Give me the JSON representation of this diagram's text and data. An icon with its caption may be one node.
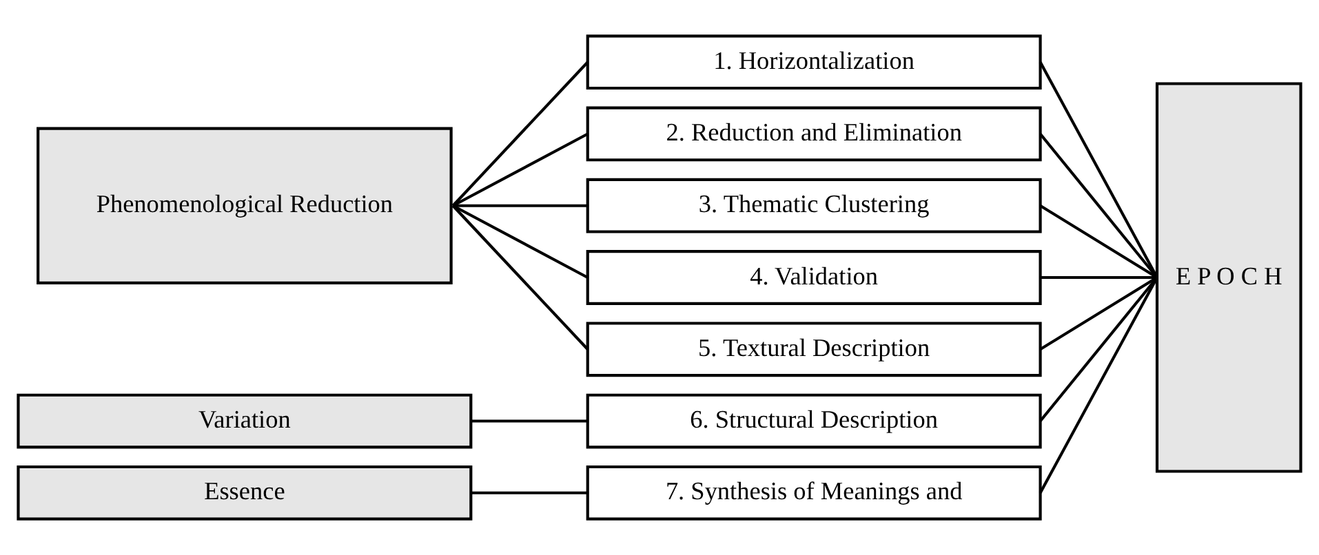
{
  "diagram": {
    "nodes": [
      {
        "text": [
          "Phenomenological Reduction"
        ]
      },
      {
        "text": [
          "1. Horizontalization"
        ]
      },
      {
        "text": [
          "2. Reduction and Elimination"
        ]
      },
      {
        "text": [
          "3. Thematic Clustering"
        ]
      },
      {
        "text": [
          "4. Validation"
        ]
      },
      {
        "text": [
          "5. Textural Description"
        ]
      },
      {
        "text": [
          "Variation"
        ]
      },
      {
        "text": [
          "6. Structural Description"
        ]
      },
      {
        "text": [
          "Essence"
        ]
      },
      {
        "text": [
          "7. Synthesis of Meanings and"
        ]
      },
      {
        "text": [
          "E P O C H"
        ]
      }
    ],
    "edges": [
      {
        "from": 0,
        "to": 1,
        "arrow": "none"
      },
      {
        "from": 0,
        "to": 2,
        "arrow": "none"
      },
      {
        "from": 0,
        "to": 3,
        "arrow": "none"
      },
      {
        "from": 0,
        "to": 4,
        "arrow": "none"
      },
      {
        "from": 0,
        "to": 5,
        "arrow": "none"
      },
      {
        "from": 6,
        "to": 7,
        "arrow": "none"
      },
      {
        "from": 8,
        "to": 9,
        "arrow": "none"
      },
      {
        "from": 1,
        "to": 10,
        "arrow": "none"
      },
      {
        "from": 2,
        "to": 10,
        "arrow": "none"
      },
      {
        "from": 3,
        "to": 10,
        "arrow": "none"
      },
      {
        "from": 4,
        "to": 10,
        "arrow": "none"
      },
      {
        "from": 5,
        "to": 10,
        "arrow": "none"
      },
      {
        "from": 7,
        "to": 10,
        "arrow": "none"
      },
      {
        "from": 9,
        "to": 10,
        "arrow": "none"
      }
    ]
  }
}
